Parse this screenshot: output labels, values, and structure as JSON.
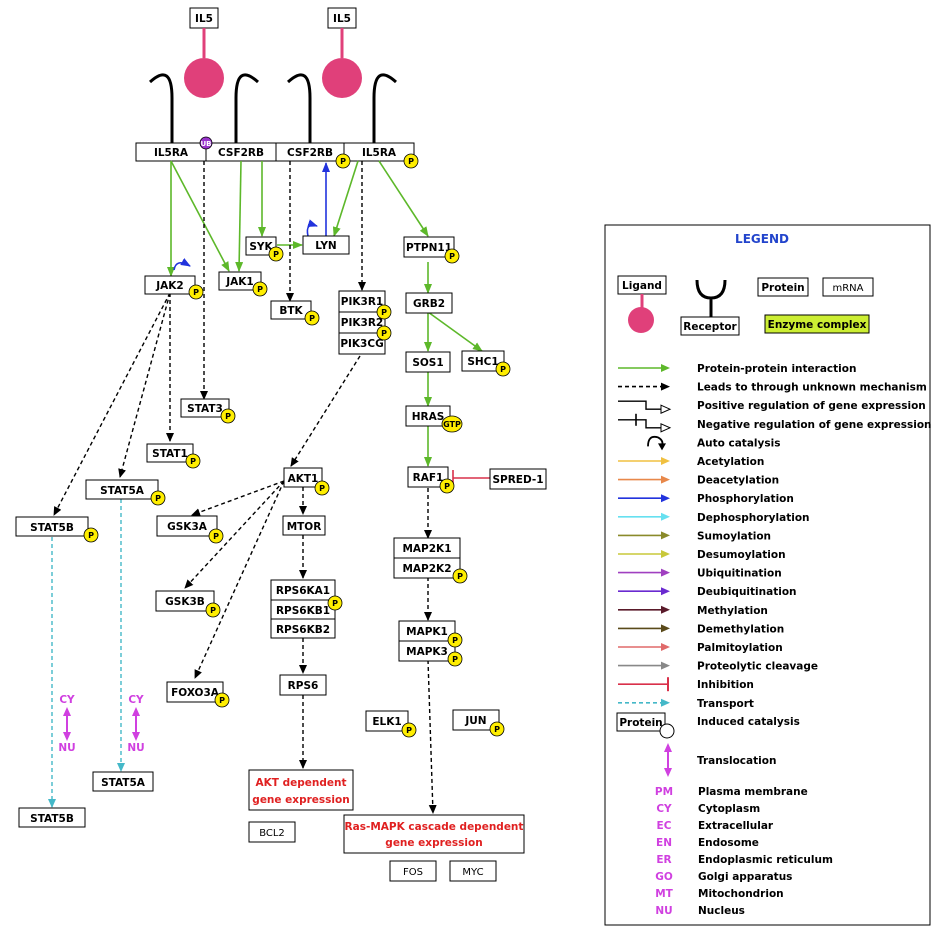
{
  "ligands": [
    "IL5",
    "IL5"
  ],
  "receptors": {
    "left": [
      "IL5RA",
      "CSF2RB"
    ],
    "right": [
      "CSF2RB",
      "IL5RA"
    ]
  },
  "proteins": {
    "jak2": "JAK2",
    "jak1": "JAK1",
    "syk": "SYK",
    "lyn": "LYN",
    "btk": "BTK",
    "pik3r1": "PIK3R1",
    "pik3r2": "PIK3R2",
    "pik3cg": "PIK3CG",
    "ptpn11": "PTPN11",
    "grb2": "GRB2",
    "sos1": "SOS1",
    "shc1": "SHC1",
    "hras": "HRAS",
    "raf1": "RAF1",
    "spred1": "SPRED-1",
    "map2k1": "MAP2K1",
    "map2k2": "MAP2K2",
    "mapk1": "MAPK1",
    "mapk3": "MAPK3",
    "stat3": "STAT3",
    "stat1": "STAT1",
    "stat5a": "STAT5A",
    "stat5b": "STAT5B",
    "stat5a_nu": "STAT5A",
    "stat5b_nu": "STAT5B",
    "akt1": "AKT1",
    "gsk3a": "GSK3A",
    "gsk3b": "GSK3B",
    "foxo3a": "FOXO3A",
    "mtor": "MTOR",
    "rps6ka1": "RPS6KA1",
    "rps6kb1": "RPS6KB1",
    "rps6kb2": "RPS6KB2",
    "rps6": "RPS6",
    "elk1": "ELK1",
    "jun": "JUN"
  },
  "mrna": {
    "bcl2": "BCL2",
    "fos": "FOS",
    "myc": "MYC"
  },
  "badges": {
    "p": "P",
    "gtp": "GTP",
    "ub": "UB"
  },
  "outcomes": {
    "akt_line1": "AKT dependent",
    "akt_line2": "gene expression",
    "ras_line1": "Ras-MAPK cascade dependent",
    "ras_line2": "gene expression"
  },
  "locations": {
    "cy": "CY",
    "nu": "NU"
  },
  "legend": {
    "title": "LEGEND",
    "ligand": "Ligand",
    "receptor": "Receptor",
    "protein": "Protein",
    "mrna": "mRNA",
    "enzyme_complex": "Enzyme complex",
    "items": [
      {
        "label": "Protein-protein interaction",
        "color": "#5db82a",
        "style": "solid"
      },
      {
        "label": "Leads to through unknown mechanism",
        "color": "#000000",
        "style": "dashed"
      },
      {
        "label": "Positive regulation of gene expression",
        "color": "#000000",
        "style": "pos"
      },
      {
        "label": "Negative regulation of gene expression",
        "color": "#000000",
        "style": "neg"
      },
      {
        "label": "Auto catalysis",
        "color": "#000000",
        "style": "auto"
      },
      {
        "label": "Acetylation",
        "color": "#f0c040",
        "style": "solid"
      },
      {
        "label": "Deacetylation",
        "color": "#e8884a",
        "style": "solid"
      },
      {
        "label": "Phosphorylation",
        "color": "#2233dd",
        "style": "solid"
      },
      {
        "label": "Dephosphorylation",
        "color": "#66e0f0",
        "style": "solid"
      },
      {
        "label": "Sumoylation",
        "color": "#8a8a2a",
        "style": "solid"
      },
      {
        "label": "Desumoylation",
        "color": "#c8c83a",
        "style": "solid"
      },
      {
        "label": "Ubiquitination",
        "color": "#a040c0",
        "style": "solid"
      },
      {
        "label": "Deubiquitination",
        "color": "#6a2ad0",
        "style": "solid"
      },
      {
        "label": "Methylation",
        "color": "#5a1a2a",
        "style": "solid"
      },
      {
        "label": "Demethylation",
        "color": "#5a4a1a",
        "style": "solid"
      },
      {
        "label": "Palmitoylation",
        "color": "#e06a6a",
        "style": "solid"
      },
      {
        "label": "Proteolytic cleavage",
        "color": "#888888",
        "style": "solid"
      },
      {
        "label": "Inhibition",
        "color": "#d9304a",
        "style": "inhibit"
      },
      {
        "label": "Transport",
        "color": "#44b8c8",
        "style": "dashed"
      }
    ],
    "induced_protein": "Protein",
    "induced_catalysis": "Induced catalysis",
    "translocation": "Translocation",
    "compartments": [
      {
        "abbr": "PM",
        "label": "Plasma membrane"
      },
      {
        "abbr": "CY",
        "label": "Cytoplasm"
      },
      {
        "abbr": "EC",
        "label": "Extracellular"
      },
      {
        "abbr": "EN",
        "label": "Endosome"
      },
      {
        "abbr": "ER",
        "label": "Endoplasmic reticulum"
      },
      {
        "abbr": "GO",
        "label": "Golgi apparatus"
      },
      {
        "abbr": "MT",
        "label": "Mitochondrion"
      },
      {
        "abbr": "NU",
        "label": "Nucleus"
      }
    ]
  }
}
